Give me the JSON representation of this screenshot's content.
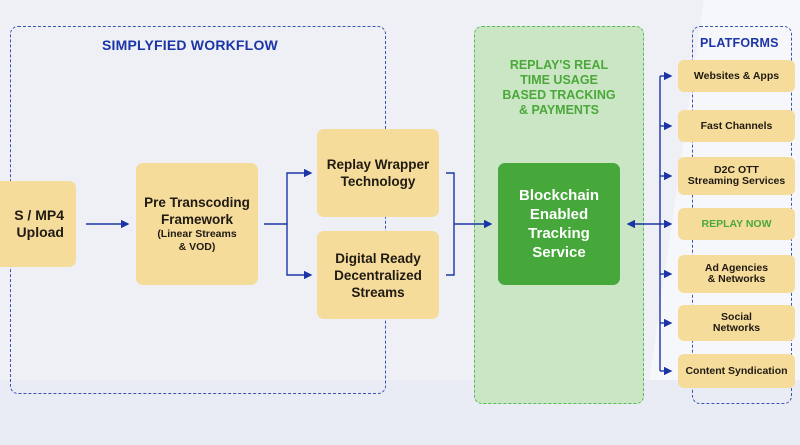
{
  "workflow": {
    "title": "SIMPLYFIED WORKFLOW",
    "upload": {
      "line1": "S / MP4",
      "line2": "Upload"
    },
    "pre_transcoding": {
      "line1": "Pre Transcoding",
      "line2": "Framework",
      "sub1": "(Linear Streams",
      "sub2": "& VOD)"
    },
    "wrapper": {
      "line1": "Replay Wrapper",
      "line2": "Technology"
    },
    "digital": {
      "line1": "Digital Ready",
      "line2": "Decentralized",
      "line3": "Streams"
    }
  },
  "replay": {
    "title_lines": [
      "REPLAY'S REAL",
      "TIME USAGE",
      "BASED TRACKING",
      "& PAYMENTS"
    ],
    "service_lines": [
      "Blockchain",
      "Enabled",
      "Tracking",
      "Service"
    ]
  },
  "platforms": {
    "title": "PLATFORMS",
    "items": [
      {
        "line1": "Websites & Apps",
        "line2": ""
      },
      {
        "line1": "Fast Channels",
        "line2": ""
      },
      {
        "line1": "D2C OTT",
        "line2": "Streaming Services"
      },
      {
        "line1": "REPLAY NOW",
        "line2": ""
      },
      {
        "line1": "Ad Agencies",
        "line2": "& Networks"
      },
      {
        "line1": "Social",
        "line2": "Networks"
      },
      {
        "line1": "Content Syndication",
        "line2": ""
      }
    ]
  },
  "colors": {
    "blue": "#1c35a6",
    "green": "#46a83a",
    "box_fill": "#f6dc9b",
    "green_panel": "#cbe6c4"
  }
}
